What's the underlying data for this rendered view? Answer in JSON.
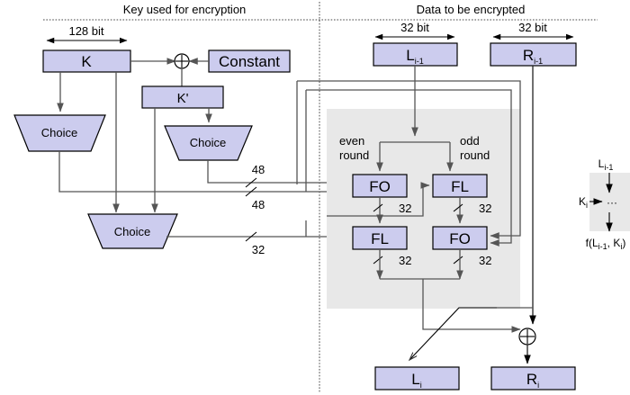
{
  "diagram": {
    "title_left": "Key used for encryption",
    "title_right": "Data to be encrypted",
    "colors": {
      "box_fill": "#ccccee",
      "box_stroke": "#000000",
      "panel_fill": "#e8e8e8",
      "wire": "#555555",
      "background": "#ffffff"
    }
  },
  "key_side": {
    "dimension_label": "128 bit",
    "key_box": "K",
    "constant_box": "Constant",
    "kprime_box": "K'",
    "xor_symbol": "⊕",
    "choice_1": "Choice",
    "choice_2": "Choice",
    "choice_3": "Choice",
    "bus_labels": [
      "48",
      "48",
      "32"
    ]
  },
  "data_side": {
    "dimension_label_left": "32 bit",
    "dimension_label_right": "32 bit",
    "input_left_base": "L",
    "input_left_sub": "i-1",
    "input_right_base": "R",
    "input_right_sub": "i-1",
    "output_left_base": "L",
    "output_left_sub": "i",
    "output_right_base": "R",
    "output_right_sub": "i",
    "round_label_even": "even",
    "round_label_even2": "round",
    "round_label_odd": "odd",
    "round_label_odd2": "round",
    "xor_symbol": "⊕",
    "blocks": {
      "fo_top": "FO",
      "fl_top": "FL",
      "fl_bottom": "FL",
      "fo_bottom": "FO"
    },
    "width_labels": [
      "32",
      "32",
      "32",
      "32"
    ]
  },
  "legend": {
    "input_base": "L",
    "input_sub": "i-1",
    "key_base": "K",
    "key_sub": "i",
    "body": "···",
    "output_f": "f(",
    "output_l": "L",
    "output_l_sub": "i-1",
    "output_mid": ", K",
    "output_k_sub": "i",
    "output_end": ")"
  }
}
